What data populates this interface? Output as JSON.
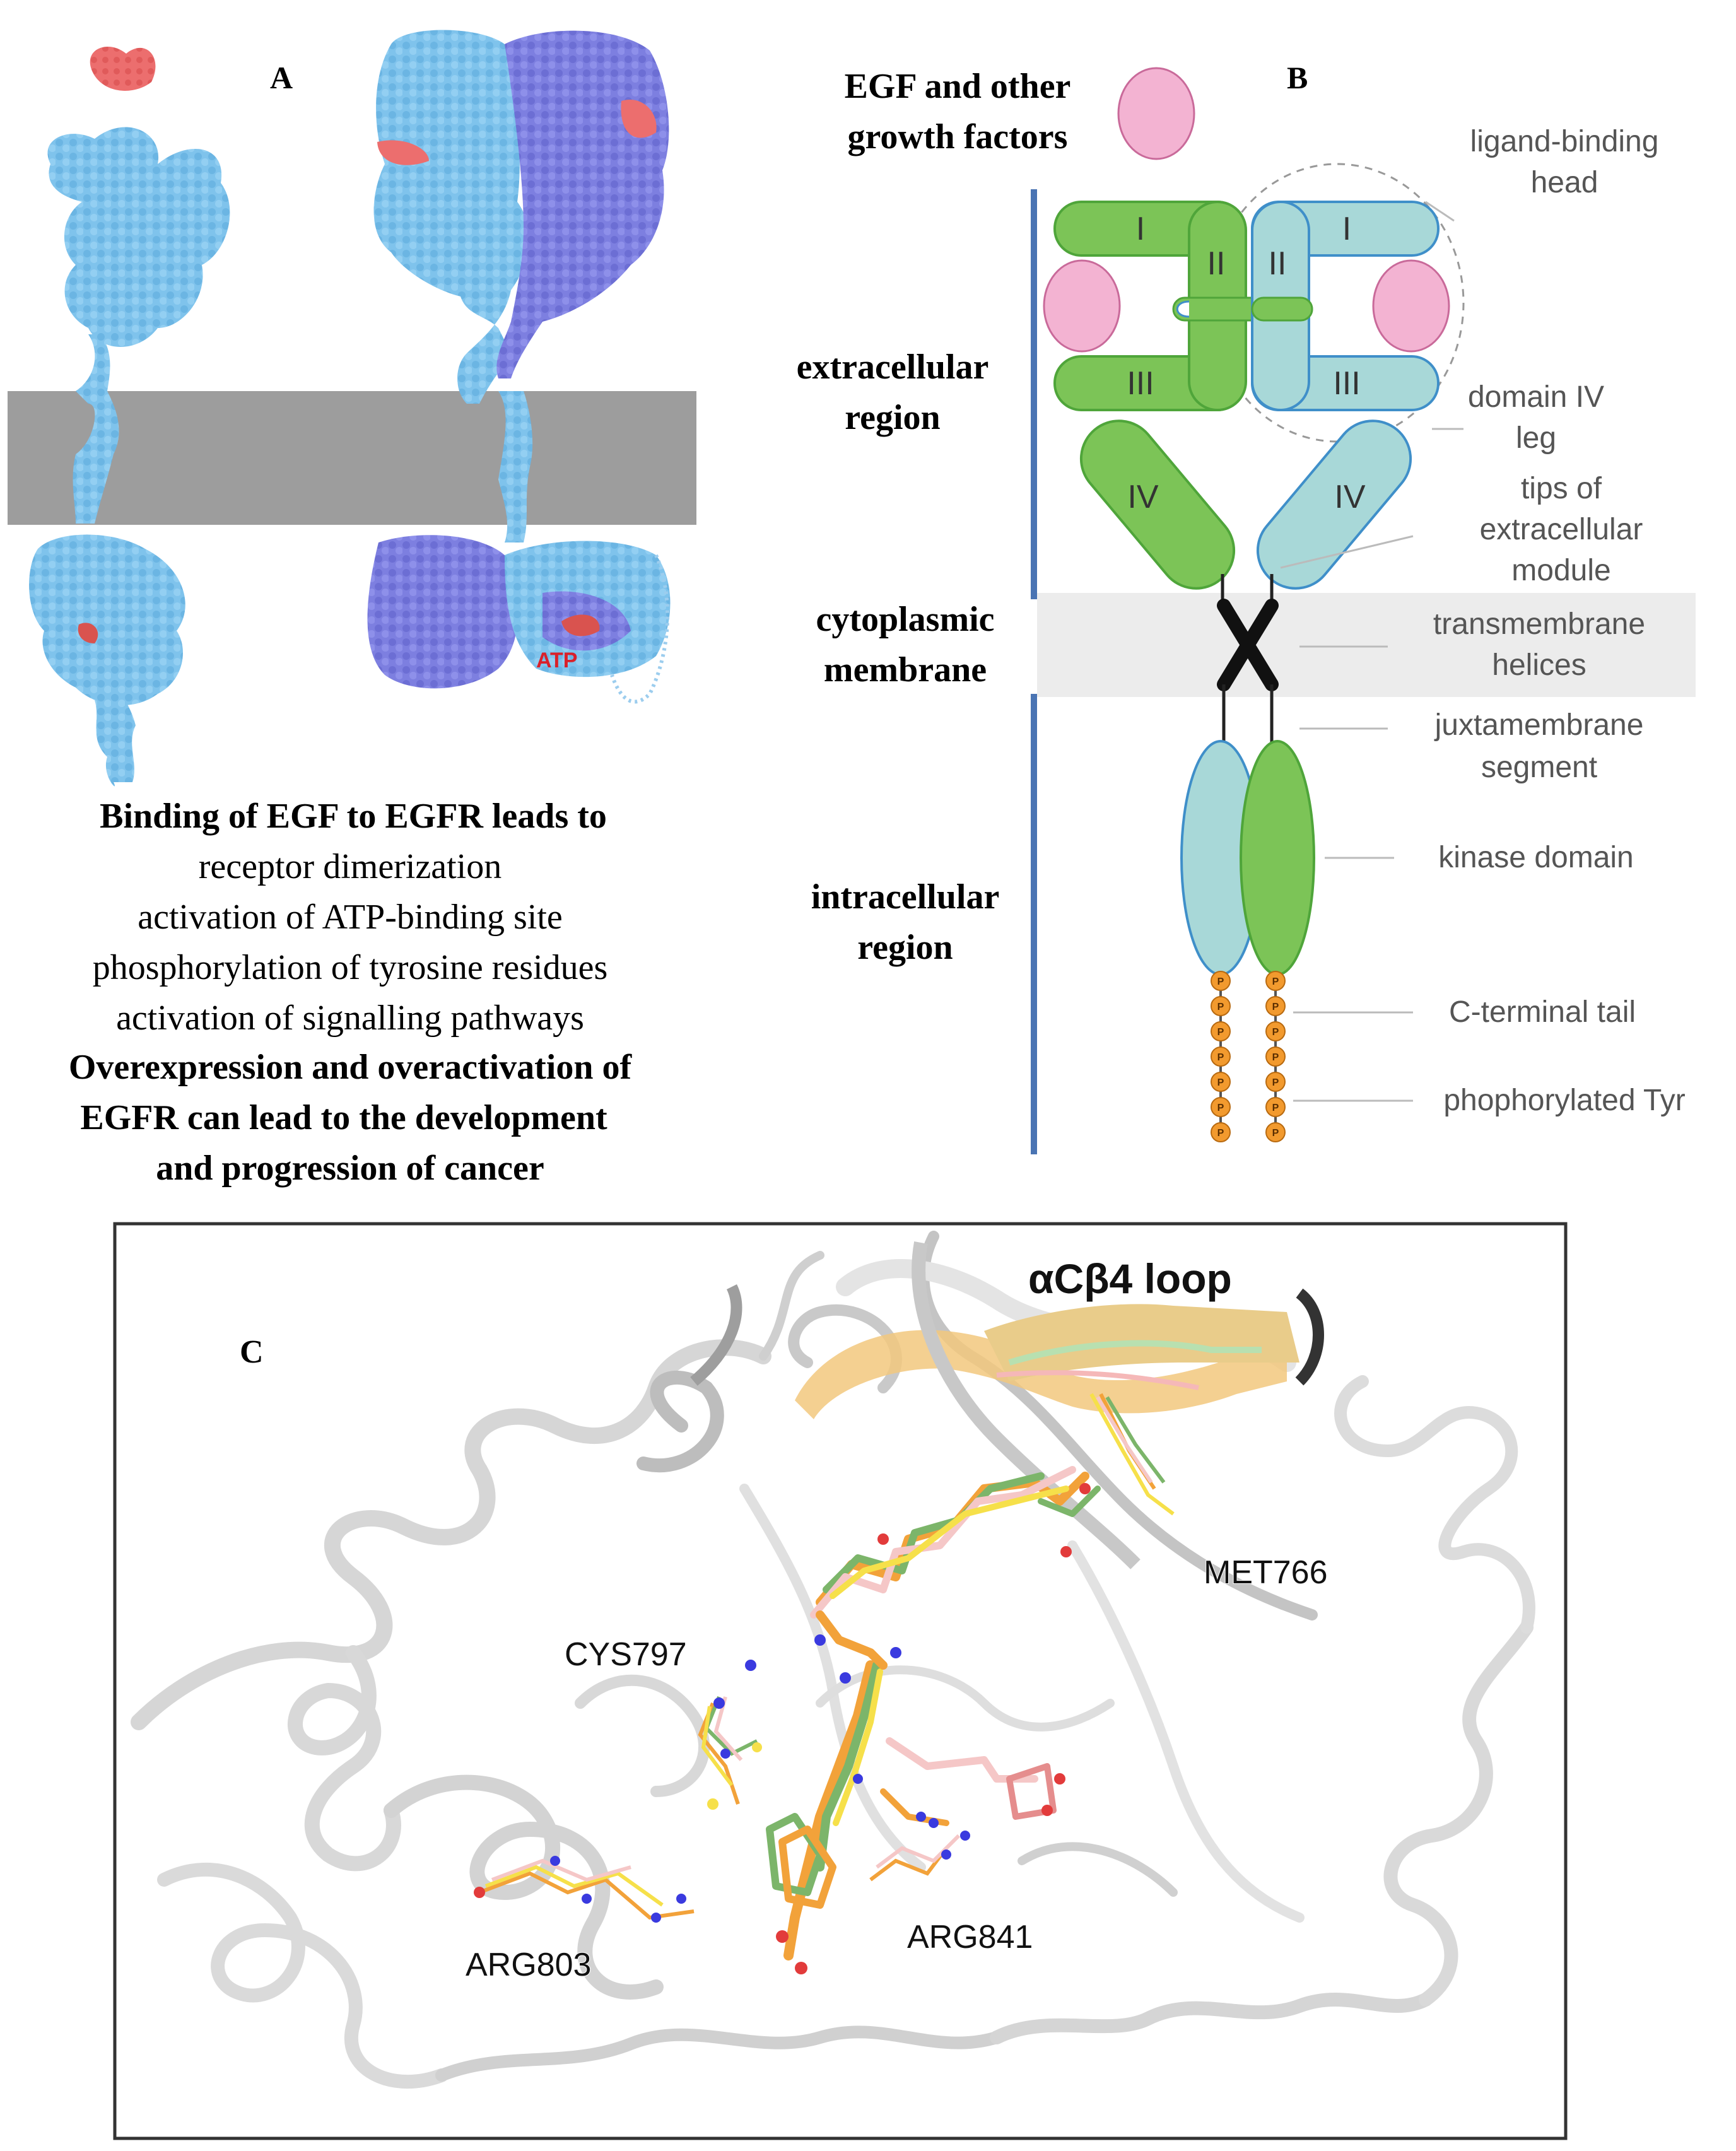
{
  "panel_a": {
    "label": "A",
    "atp_label": "ATP",
    "caption_bold": "Binding of EGF to EGFR leads to",
    "caption_lines": [
      "receptor dimerization",
      "activation of ATP-binding site",
      "phosphorylation of tyrosine residues",
      "activation of signalling pathways"
    ],
    "caption_bold_end": [
      "Overexpression and overactivation of",
      "EGFR can lead to the development",
      "and progression of cancer"
    ]
  },
  "panel_b": {
    "label": "B",
    "ligand_label_1": "EGF and other",
    "ligand_label_2": "growth factors",
    "region_labels": {
      "extracellular_1": "extracellular",
      "extracellular_2": "region",
      "membrane_1": "cytoplasmic",
      "membrane_2": "membrane",
      "intracellular_1": "intracellular",
      "intracellular_2": "region"
    },
    "domains": {
      "d1": "I",
      "d2": "II",
      "d3": "III",
      "d4": "IV"
    },
    "annotations": {
      "ligand_head_1": "ligand-binding",
      "ligand_head_2": "head",
      "domain_iv_1": "domain IV",
      "domain_iv_2": "leg",
      "tips_1": "tips of",
      "tips_2": "extracellular",
      "tips_3": "module",
      "tm_1": "transmembrane",
      "tm_2": "helices",
      "jm_1": "juxtamembrane",
      "jm_2": "segment",
      "kinase": "kinase domain",
      "ctail": "C-terminal tail",
      "ptyr": "phophorylated Tyr"
    },
    "phospho_letter": "P",
    "colors": {
      "green": "#7cc457",
      "green_stroke": "#4fa53a",
      "teal": "#a8d8d8",
      "teal_stroke": "#3f8fc9",
      "pink": "#f3b3d2",
      "membrane": "#ececec",
      "bar": "#4a74b3",
      "phospho": "#f29a2e"
    }
  },
  "panel_c": {
    "label": "C",
    "loop_label": "αCβ4 loop",
    "residues": {
      "met": "MET766",
      "cys": "CYS797",
      "arg803": "ARG803",
      "arg841": "ARG841"
    }
  }
}
